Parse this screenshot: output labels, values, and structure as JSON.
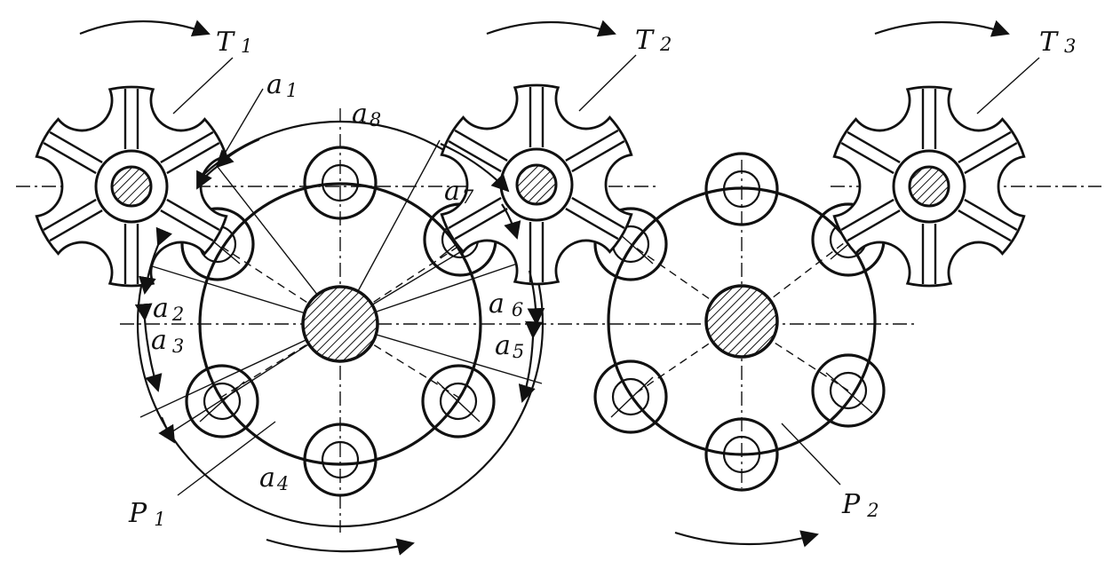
{
  "labels": {
    "T1": {
      "main": "T",
      "sub": "1"
    },
    "T2": {
      "main": "T",
      "sub": "2"
    },
    "T3": {
      "main": "T",
      "sub": "3"
    },
    "P1": {
      "main": "P",
      "sub": "1"
    },
    "P2": {
      "main": "P",
      "sub": "2"
    },
    "a1": {
      "main": "a",
      "sub": "1"
    },
    "a2": {
      "main": "a",
      "sub": "2"
    },
    "a3": {
      "main": "a",
      "sub": "3"
    },
    "a4": {
      "main": "a",
      "sub": "4"
    },
    "a5": {
      "main": "a",
      "sub": "5"
    },
    "a6": {
      "main": "a",
      "sub": "6"
    },
    "a7": {
      "main": "a",
      "sub": "7"
    },
    "a8": {
      "main": "a",
      "sub": "8"
    }
  },
  "components": {
    "tools": [
      "T1",
      "T2",
      "T3"
    ],
    "rotors": [
      "P1",
      "P2"
    ],
    "arcs": [
      "a1",
      "a2",
      "a3",
      "a4",
      "a5",
      "a6",
      "a7",
      "a8"
    ]
  },
  "rotation_arrows": [
    {
      "name": "rotation-arrow-t1",
      "direction": "clockwise"
    },
    {
      "name": "rotation-arrow-t2",
      "direction": "clockwise"
    },
    {
      "name": "rotation-arrow-t3",
      "direction": "clockwise"
    },
    {
      "name": "rotation-arrow-p1",
      "direction": "counter-clockwise"
    },
    {
      "name": "rotation-arrow-p2",
      "direction": "counter-clockwise"
    }
  ]
}
